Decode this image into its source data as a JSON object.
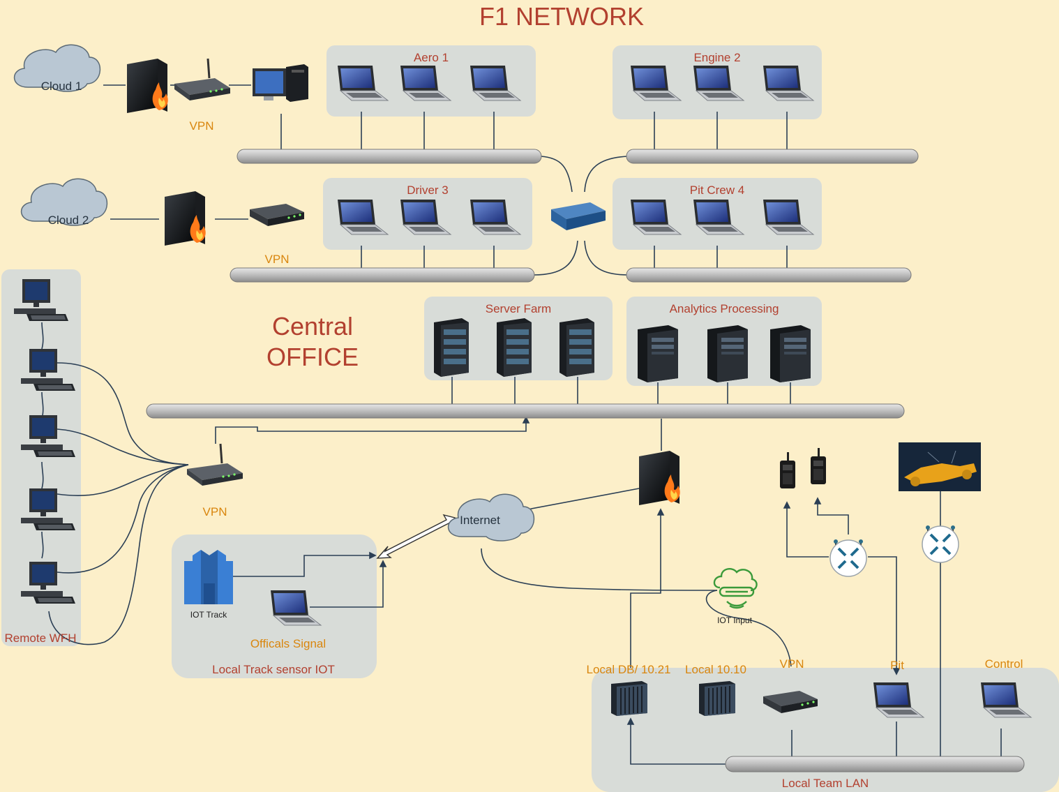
{
  "title": "F1 NETWORK",
  "central_office": [
    "Central",
    "OFFICE"
  ],
  "groups": {
    "aero": "Aero 1",
    "engine": "Engine 2",
    "driver": "Driver 3",
    "pit_crew": "Pit Crew 4",
    "server_farm": "Server Farm",
    "analytics": "Analytics Processing",
    "remote_wfh": "Remote WFH",
    "track_iot": "Local Track sensor IOT",
    "team_lan": "Local Team LAN"
  },
  "clouds": {
    "cloud1": "Cloud 1",
    "cloud2": "Cloud 2",
    "internet": "Internet"
  },
  "labels": {
    "vpn_top": "VPN",
    "vpn_mid": "VPN",
    "vpn_remote": "VPN",
    "iot_track": "IOT Track",
    "officials_signal": "Officals Signal",
    "iot_input": "IOT Input",
    "local_db": "Local DB/ 10.21",
    "local_1010": "Local  10.10",
    "vpn_lan": "VPN",
    "pit": "Pit",
    "control": "Control"
  },
  "colors": {
    "background": "#fcefc9",
    "panel": "#d8dcd8",
    "group_text": "#b2402f",
    "orange_text": "#d9860e",
    "line": "#2b3f55"
  },
  "icons": [
    "cloud-icon",
    "firewall-icon",
    "router-icon",
    "desktop-icon",
    "laptop-icon",
    "switch-icon",
    "server-rack-icon",
    "tower-server-icon",
    "aws-iot-icon",
    "iot-gateway-icon",
    "walkie-talkie-icon",
    "wireless-router-icon",
    "f1-car-image"
  ]
}
